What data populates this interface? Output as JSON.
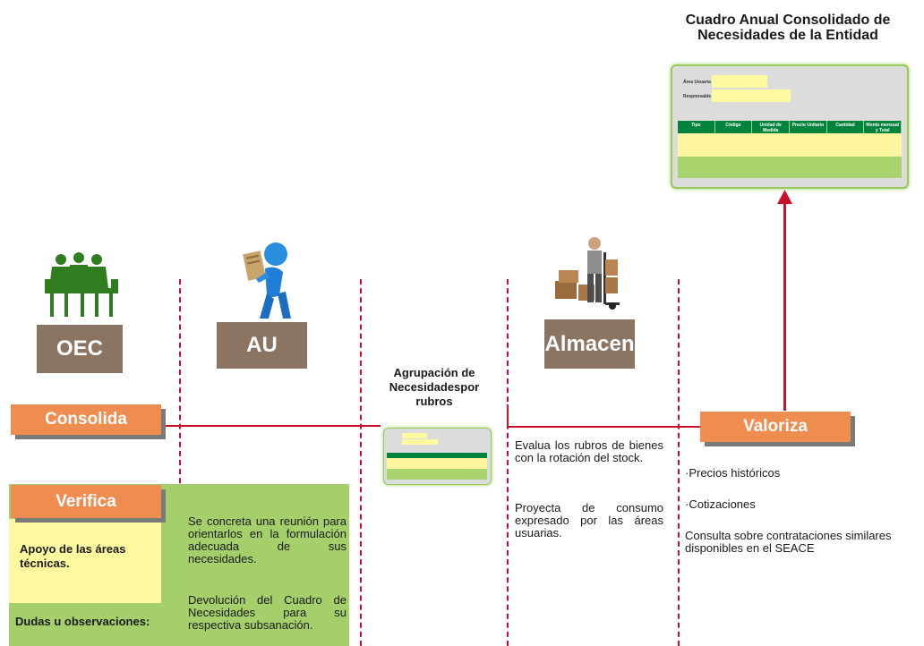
{
  "title": "Cuadro Anual Consolidado de Necesidades de la Entidad",
  "roles": {
    "oec": "OEC",
    "au": "AU",
    "almacen": "Almacen"
  },
  "actions": {
    "consolida": "Consolida",
    "verifica": "Verifica",
    "valoriza": "Valoriza"
  },
  "agrupacion": "Agrupación de Necesidadespor rubros",
  "form": {
    "area_label": "Área Usuaria",
    "responsable_label": "Responsable",
    "columns": [
      "Tipo",
      "Código",
      "Unidad de Medida",
      "Precio Unitario",
      "Cantidad",
      "Monto mensual y Total"
    ]
  },
  "verifica_panel": {
    "apoyo": "Apoyo de las áreas técnicas.",
    "dudas": "Dudas u observaciones:"
  },
  "au_text": {
    "p1": "Se concreta una reunión para orientarlos en la formulación adecuada de sus necesidades.",
    "p2": "Devolución del Cuadro de Necesidades para su respectiva subsanación."
  },
  "almacen_text": {
    "p1": "Evalua los rubros de bienes con la rotación del stock.",
    "p2": "Proyecta de consumo expresado por las áreas usuarias."
  },
  "valoriza_list": [
    "·Precios históricos",
    "·Cotizaciones",
    "Consulta sobre contrataciones similares disponibles en el SEACE"
  ],
  "colors": {
    "role_box": "#8c7462",
    "action_button": "#ef8c4f",
    "panel_green": "#a4cf6a",
    "panel_yellow": "#fffaa0",
    "line_red": "#c8102e",
    "header_green": "#00843d"
  }
}
